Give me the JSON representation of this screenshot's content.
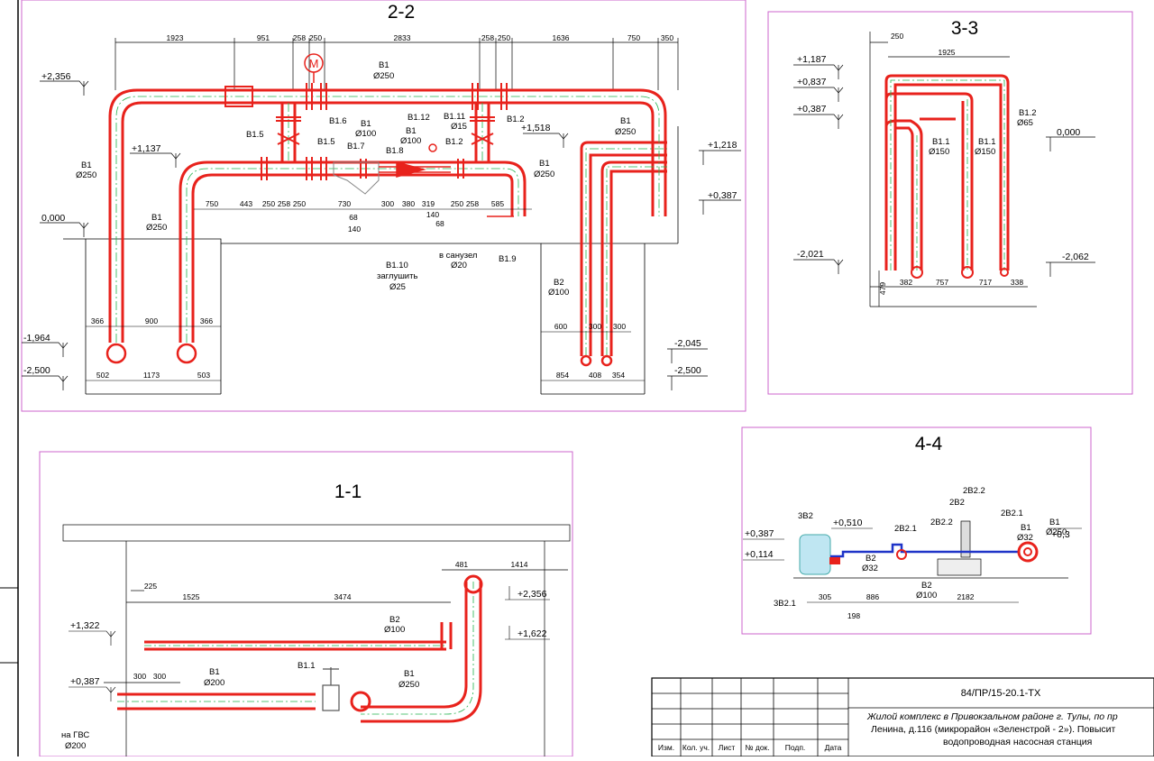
{
  "sections": {
    "s22": {
      "title": "2-2",
      "dims_top": [
        "1923",
        "951",
        "258",
        "250",
        "2833",
        "258",
        "250",
        "1636",
        "750",
        "350"
      ],
      "dims_mid": [
        "750",
        "443",
        "250",
        "258",
        "250",
        "730",
        "300",
        "380",
        "319",
        "250",
        "258",
        "585"
      ],
      "dims_small": [
        "68",
        "140",
        "140",
        "68"
      ],
      "dims_bottom_left": [
        "366",
        "900",
        "366"
      ],
      "dims_base_left": [
        "502",
        "1173",
        "503"
      ],
      "dims_right": [
        "600",
        "300",
        "300"
      ],
      "dims_base_right": [
        "854",
        "408",
        "354"
      ],
      "levels": [
        "+2,356",
        "+1,137",
        "0,000",
        "-1,964",
        "-2,500",
        "+1,518",
        "+1,218",
        "+0,387",
        "-2,045",
        "-2,500"
      ],
      "pipe_labels": {
        "b1_left": "В1",
        "b1_left_d": "Ø250",
        "b1_inner": "В1",
        "b1_inner_d": "Ø250",
        "b1_top": "В1",
        "b1_top_d": "Ø250",
        "b1_right": "В1",
        "b1_right_d": "Ø250",
        "b1_far_right": "В1",
        "b1_far_right_d": "Ø250",
        "b1_mid": "В1",
        "b1_mid_d": "Ø100",
        "b1_mid2": "В1",
        "b1_mid2_d": "Ø100",
        "b2": "В2",
        "b2_d": "Ø100"
      },
      "tags": [
        "В1.5",
        "В1.6",
        "В1.5",
        "В1.7",
        "В1.8",
        "В1.12",
        "В1.11",
        "В1.2",
        "В1.2",
        "В1.10",
        "В1.9"
      ],
      "tag_b111_d": "Ø15",
      "motor": "М",
      "note_plug_tag": "В1.10",
      "note_plug": "заглушить",
      "note_plug_d": "Ø25",
      "note_toilet": "в санузел",
      "note_toilet_d": "Ø20"
    },
    "s33": {
      "title": "3-3",
      "dims_top": [
        "250",
        "1925"
      ],
      "dims_bottom": [
        "382",
        "757",
        "717",
        "338"
      ],
      "dim_side": "479",
      "levels": [
        "+1,187",
        "+0,837",
        "+0,387",
        "0,000",
        "-2,021",
        "-2,062"
      ],
      "labels": [
        {
          "tag": "В1.1",
          "d": "Ø150"
        },
        {
          "tag": "В1.1",
          "d": "Ø150"
        },
        {
          "tag": "В1.2",
          "d": "Ø65"
        }
      ]
    },
    "s11": {
      "title": "1-1",
      "dims_top": [
        "225",
        "1525",
        "3474",
        "481",
        "1414"
      ],
      "dims_left": [
        "300",
        "300"
      ],
      "levels": [
        "+1,322",
        "+0,387",
        "+2,356",
        "+1,622"
      ],
      "labels": {
        "b2": "В2",
        "b2_d": "Ø100",
        "b1a": "В1",
        "b1a_d": "Ø200",
        "b1b": "В1",
        "b1b_d": "Ø250",
        "valve": "В1.1",
        "gvs": "на ГВС",
        "gvs_d": "Ø200"
      }
    },
    "s44": {
      "title": "4-4",
      "levels": [
        "+0,387",
        "+0,114",
        "+0,510",
        "+0,3"
      ],
      "tags": [
        "3В2",
        "2В2.1",
        "2В2.2",
        "2В2.2",
        "2В2",
        "2В2.1",
        "3В2.1"
      ],
      "labels": {
        "b2": "В2",
        "b2_d": "Ø32",
        "b2b": "В2",
        "b2b_d": "Ø100",
        "b1": "В1",
        "b1_d": "Ø32",
        "b1b": "В1",
        "b1b_d": "Ø250"
      },
      "dims": [
        "305",
        "886",
        "2182",
        "198"
      ]
    }
  },
  "title_block": {
    "code": "84/ПР/15-20.1-ТХ",
    "desc_line1": "Жилой  комплекс в Привокзальном районе г. Тулы, по пр",
    "desc_line2": "Ленина, д.116 (микрорайон «Зеленстрой - 2»). Повысит",
    "desc_line3": "водопроводная  насосная станция",
    "cols": [
      "Изм.",
      "Кол. уч.",
      "Лист",
      "№ док.",
      "Подп.",
      "Дата"
    ]
  },
  "colors": {
    "pipe": "#e8221c",
    "centerline": "#22b14c",
    "frame": "#cc66cc",
    "blue": "#1f34c8"
  }
}
